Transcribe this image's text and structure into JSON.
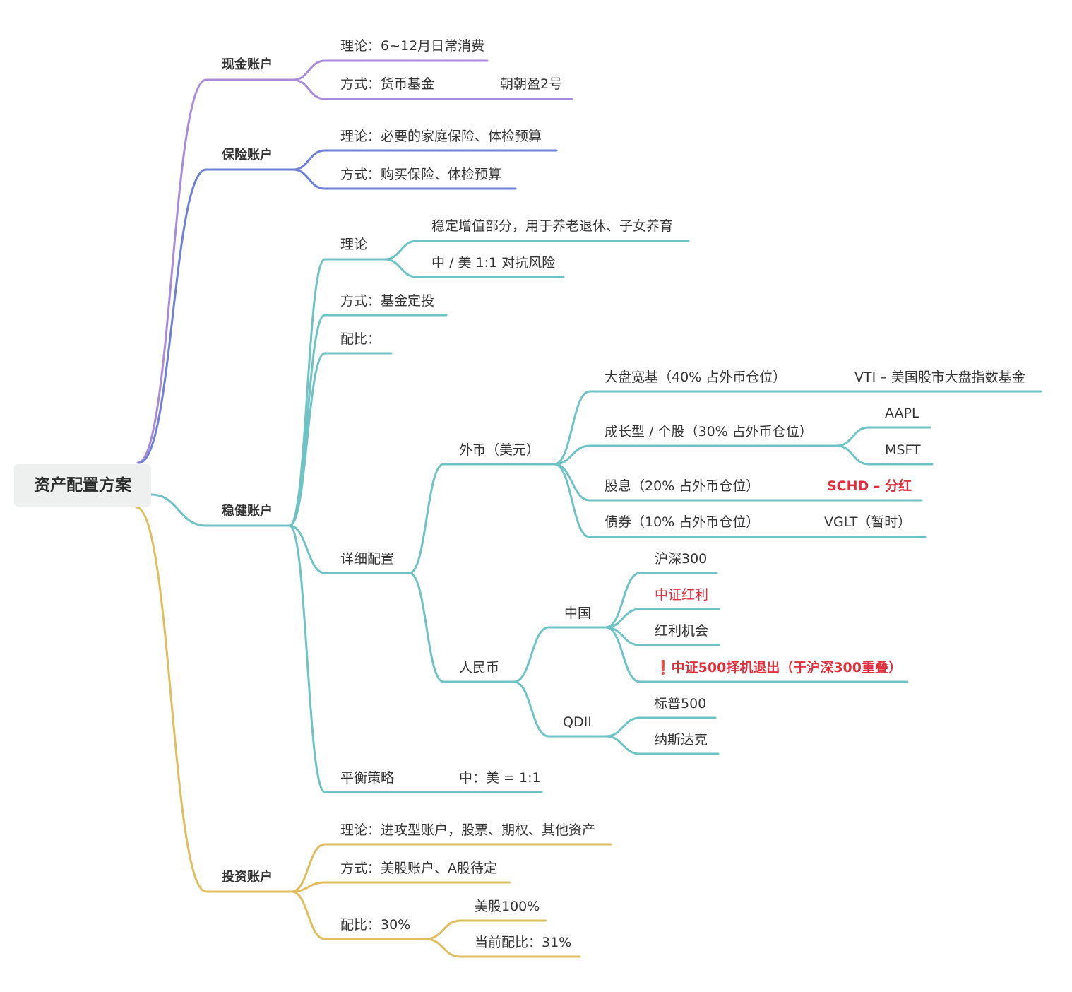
{
  "colors": {
    "cash": "#a98bdb",
    "insurance": "#6f80d8",
    "steady": "#6fc3c4",
    "invest": "#e0bd5e",
    "highlight": "#e0303e"
  },
  "root": {
    "label": "资产配置方案"
  },
  "branches": {
    "cash": {
      "label": "现金账户",
      "theory": "理论：6~12月日常消费",
      "method": "方式：货币基金",
      "method_note": "朝朝盈2号"
    },
    "insurance": {
      "label": "保险账户",
      "theory": "理论：必要的家庭保险、体检预算",
      "method": "方式：购买保险、体检预算"
    },
    "steady": {
      "label": "稳健账户",
      "theory": {
        "label": "理论",
        "items": [
          "稳定增值部分，用于养老退休、子女养育",
          "中 / 美 1:1 对抗风险"
        ]
      },
      "method": "方式：基金定投",
      "ratio": "配比：",
      "detail": {
        "label": "详细配置",
        "foreign": {
          "label": "外币（美元）",
          "broad": "大盘宽基（40% 占外币仓位）",
          "broad_note": "VTI – 美国股市大盘指数基金",
          "growth": "成长型 / 个股（30% 占外币仓位）",
          "growth_items": [
            "AAPL",
            "MSFT"
          ],
          "dividend": "股息（20% 占外币仓位）",
          "dividend_note": "SCHD – 分红",
          "bond": "债券（10% 占外币仓位）",
          "bond_note": "VGLT（暂时）"
        },
        "rmb": {
          "label": "人民币",
          "china": {
            "label": "中国",
            "items": [
              "沪深300",
              "中证红利",
              "红利机会"
            ],
            "warn_mark": "❗",
            "warn": "中证500择机退出（于沪深300重叠）"
          },
          "qdii": {
            "label": "QDII",
            "items": [
              "标普500",
              "纳斯达克"
            ]
          }
        }
      },
      "balance": "平衡策略",
      "balance_note": "中：美 = 1:1"
    },
    "invest": {
      "label": "投资账户",
      "theory": "理论：进攻型账户，股票、期权、其他资产",
      "method": "方式：美股账户、A股待定",
      "ratio": {
        "label": "配比：30%",
        "items": [
          "美股100%",
          "当前配比：31%"
        ]
      }
    }
  }
}
